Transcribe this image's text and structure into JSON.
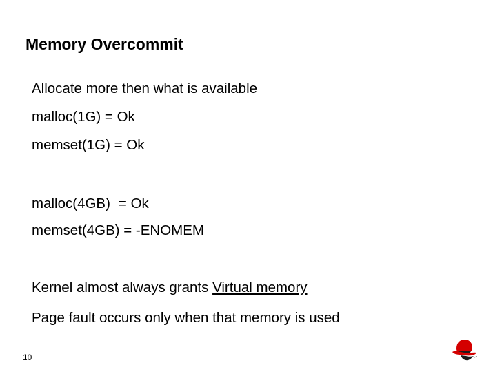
{
  "slide": {
    "title": "Memory Overcommit",
    "lines": [
      "Allocate more then what is available",
      "malloc(1G) = Ok",
      "memset(1G) = Ok",
      "malloc(4GB)",
      "= Ok",
      "memset(4GB) = -ENOMEM",
      "Kernel almost always grants ",
      "Virtual memory",
      "Page fault occurs only when that memory is used"
    ],
    "page_number": "10"
  },
  "footer": {
    "logo_icon": "red-hat-shadowman-icon"
  },
  "colors": {
    "text": "#000000",
    "logo_red": "#d40000",
    "logo_dark": "#1a1a1a",
    "background": "#ffffff"
  }
}
